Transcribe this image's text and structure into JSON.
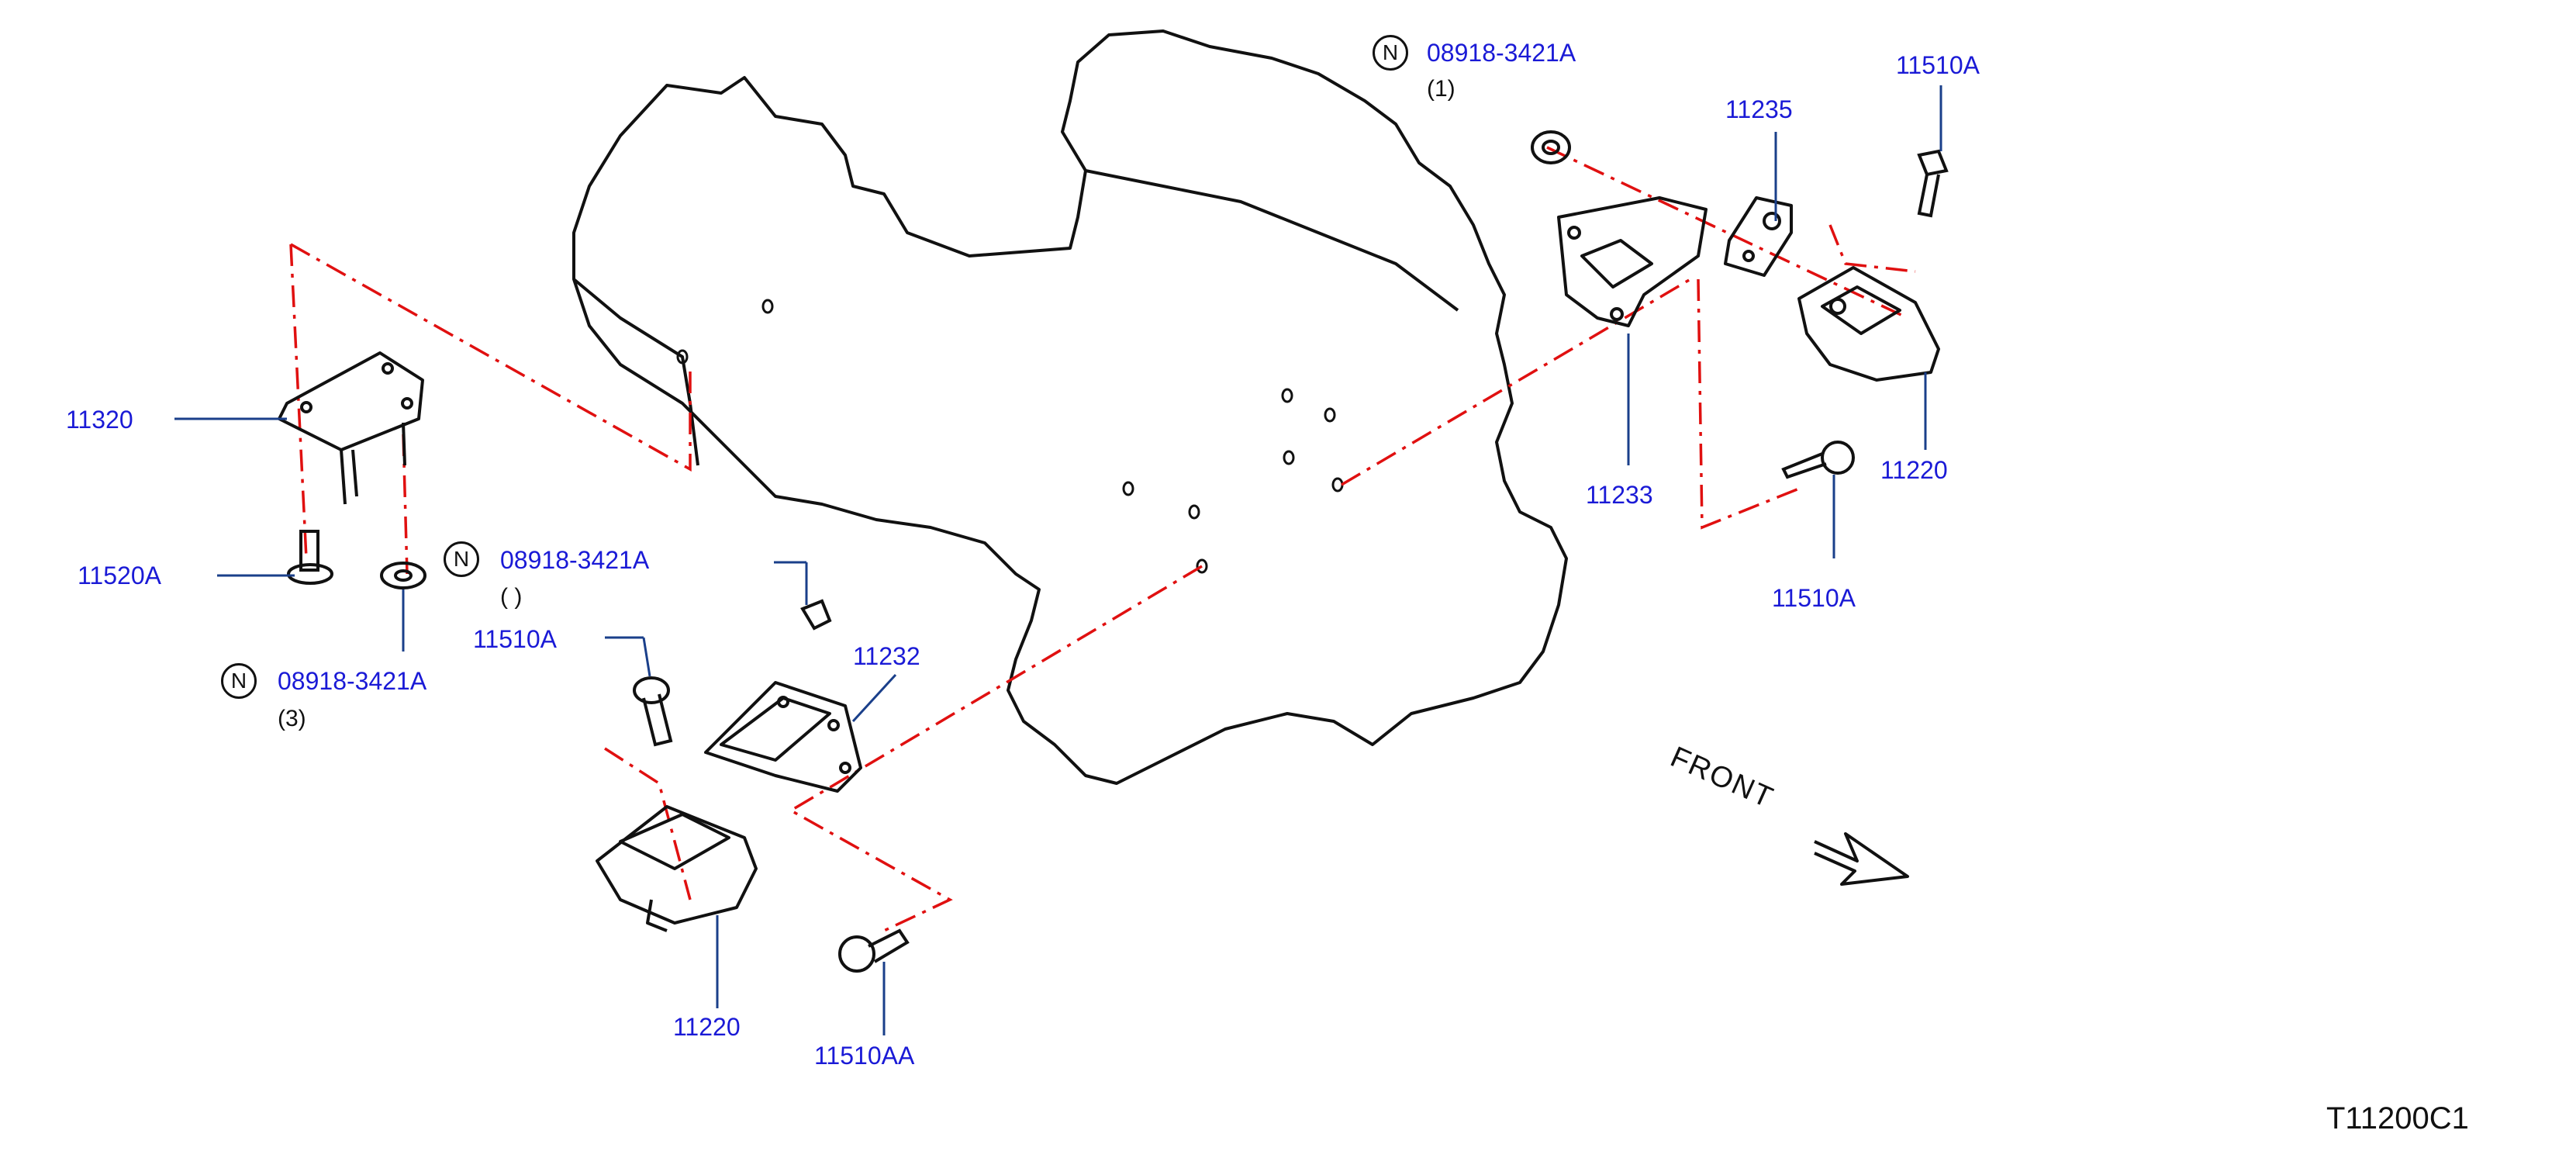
{
  "labels": {
    "p11320": "11320",
    "p11520A": "11520A",
    "p08918_left": "08918-3421A",
    "p08918_left_qty": "(3)",
    "p08918_mid": "08918-3421A",
    "p08918_mid_qty": "(  )",
    "p11510A_mid": "11510A",
    "p11232": "11232",
    "p11220_bottom": "11220",
    "p11510AA": "11510AA",
    "p08918_top": "08918-3421A",
    "p08918_top_qty": "(1)",
    "p11235": "11235",
    "p11510A_top": "11510A",
    "p11233": "11233",
    "p11220_right": "11220",
    "p11510A_right": "11510A"
  },
  "n_symbol": "N",
  "front_text": "FRONT",
  "diagram_code": "T11200C1",
  "colors": {
    "label": "#1a1ad6",
    "line": "#111111",
    "dash": "#e01010",
    "leader": "#1a3f8a"
  }
}
